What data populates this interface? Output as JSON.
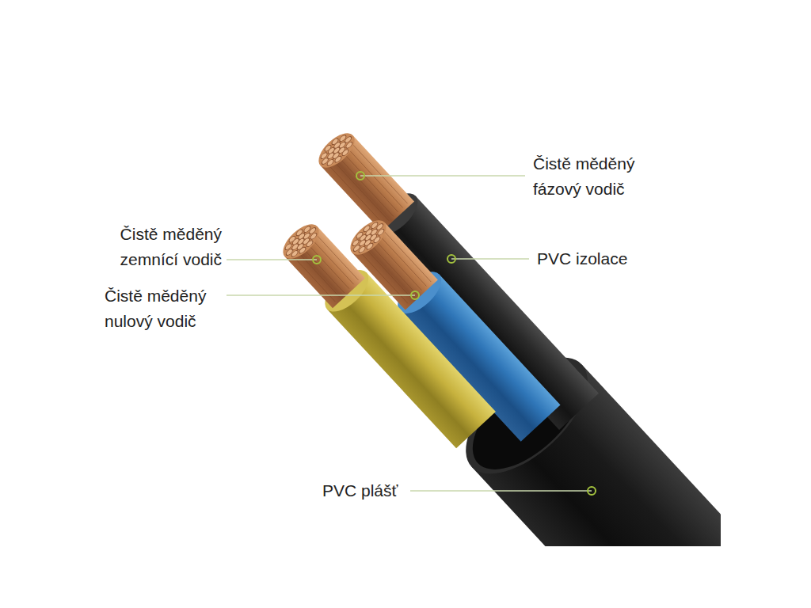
{
  "diagram": {
    "labels": [
      "Čistě měděný fázový vodič",
      "PVC izolace",
      "Čistě měděný zemnící vodič",
      "Čistě měděný nulový vodič",
      "PVC plášť"
    ]
  }
}
